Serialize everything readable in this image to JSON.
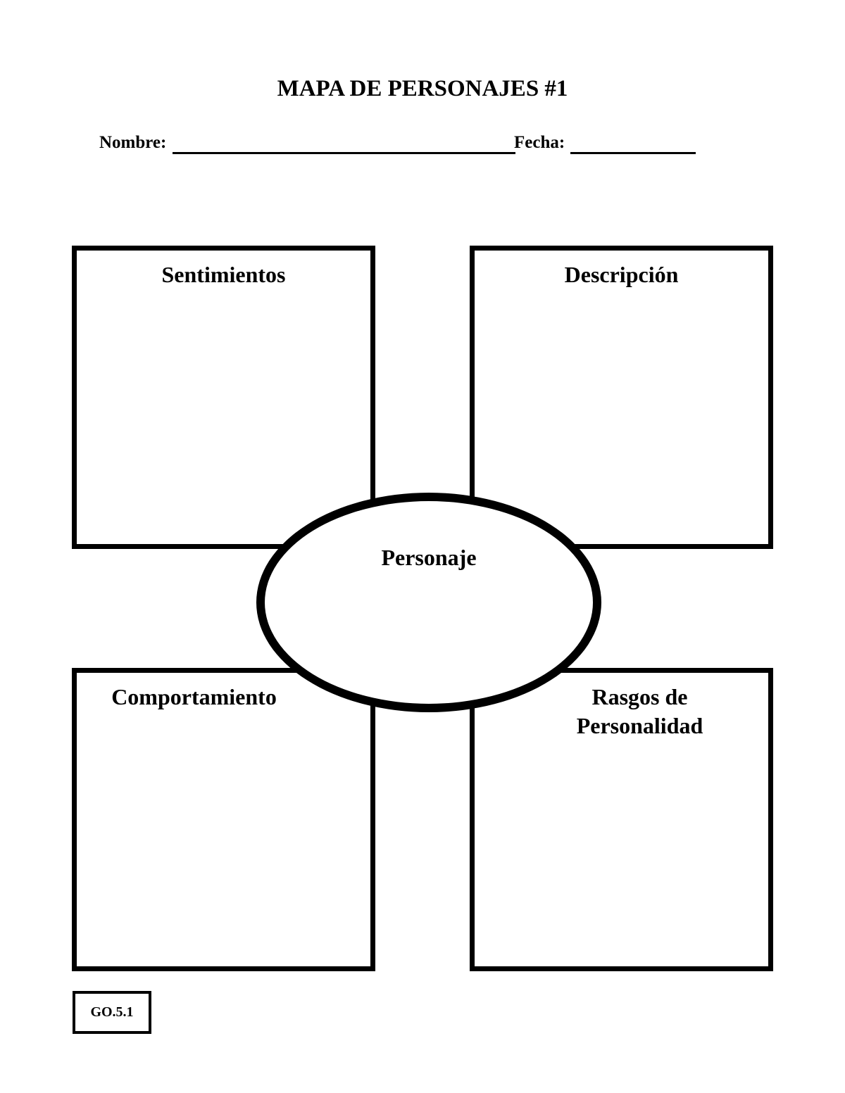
{
  "title": "MAPA DE PERSONAJES #1",
  "form": {
    "name_label": "Nombre:",
    "date_label": "Fecha:"
  },
  "boxes": {
    "top_left": "Sentimientos",
    "top_right": "Descripción",
    "bottom_left": "Comportamiento",
    "bottom_right": "Rasgos de\nPersonalidad"
  },
  "center": {
    "label": "Personaje"
  },
  "code": "GO.5.1"
}
